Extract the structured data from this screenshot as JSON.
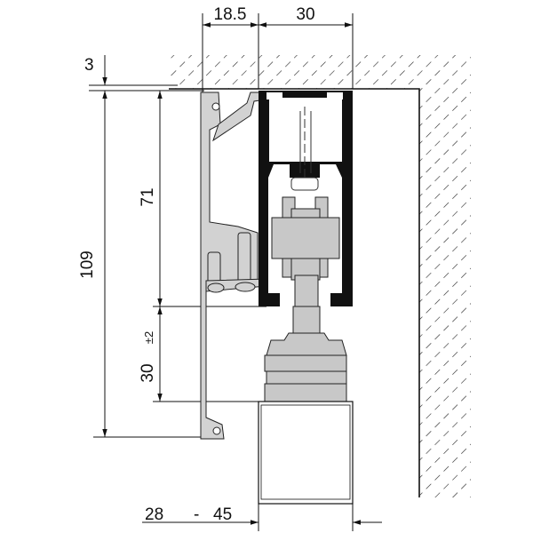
{
  "dimensions": {
    "top_left": "18.5",
    "top_right": "30",
    "gap": "3",
    "total_height": "109",
    "rail_height": "71",
    "adjust_height": "30",
    "adjust_tolerance": "±2",
    "door_min": "28",
    "door_dash": "-",
    "door_max": "45"
  },
  "colors": {
    "line": "#111111",
    "profile": "#111111",
    "aluminium": "#d2d2d2",
    "hardware": "#c8c8c8"
  }
}
